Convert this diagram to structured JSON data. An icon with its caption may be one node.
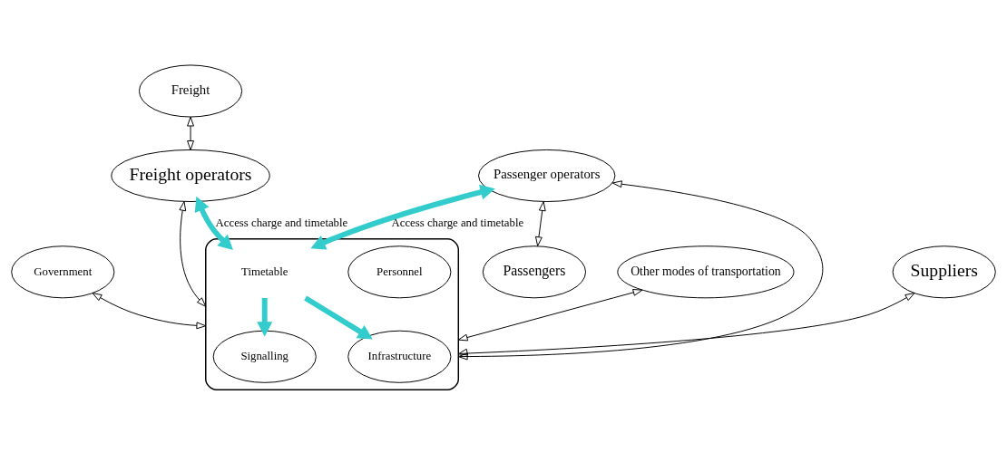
{
  "diagram": {
    "nodes": [
      {
        "text": [
          "Government"
        ]
      },
      {
        "text": [
          "Freight operators"
        ]
      },
      {
        "text": [
          "Passenger operators"
        ]
      },
      {
        "text": [],
        "shape": "ellipse"
      },
      {
        "text": [
          "Infrastructure"
        ],
        "in": 3
      },
      {
        "text": [
          "Freight"
        ]
      },
      {
        "text": [
          "Passengers"
        ]
      },
      {
        "text": [
          "Personnel"
        ],
        "in": 3
      },
      {
        "text": [
          "Timetable"
        ],
        "in": 3
      },
      {
        "text": [
          "Signalling"
        ],
        "in": 3
      },
      {
        "text": [
          "Suppliers"
        ]
      },
      {
        "text": [
          "Other modes of transportation"
        ]
      }
    ],
    "edges": [
      {
        "from": 0,
        "to": 3,
        "arrow": "both"
      },
      {
        "from": 1,
        "to": 3,
        "arrow": "both"
      },
      {
        "from": 5,
        "to": 1,
        "arrow": "both"
      },
      {
        "from": 2,
        "to": 3,
        "arrow": "both"
      },
      {
        "from": 2,
        "to": 6,
        "arrow": "both"
      },
      {
        "from": 10,
        "to": 3,
        "arrow": "both"
      },
      {
        "from": 11,
        "to": 3,
        "arrow": "both"
      },
      {
        "from": 1,
        "to": 8,
        "arrow": "both",
        "label": "Access charge and timetable",
        "style": "thick",
        "color": "#33cccc"
      },
      {
        "from": 2,
        "to": 8,
        "arrow": "both",
        "label": "Access charge and timetable",
        "style": "thick",
        "color": "#33cccc"
      },
      {
        "from": 8,
        "to": 4,
        "arrow": "to",
        "style": "thick",
        "color": "#33cccc"
      },
      {
        "from": 8,
        "to": 9,
        "arrow": "to",
        "style": "thick",
        "color": "#33cccc"
      }
    ]
  }
}
